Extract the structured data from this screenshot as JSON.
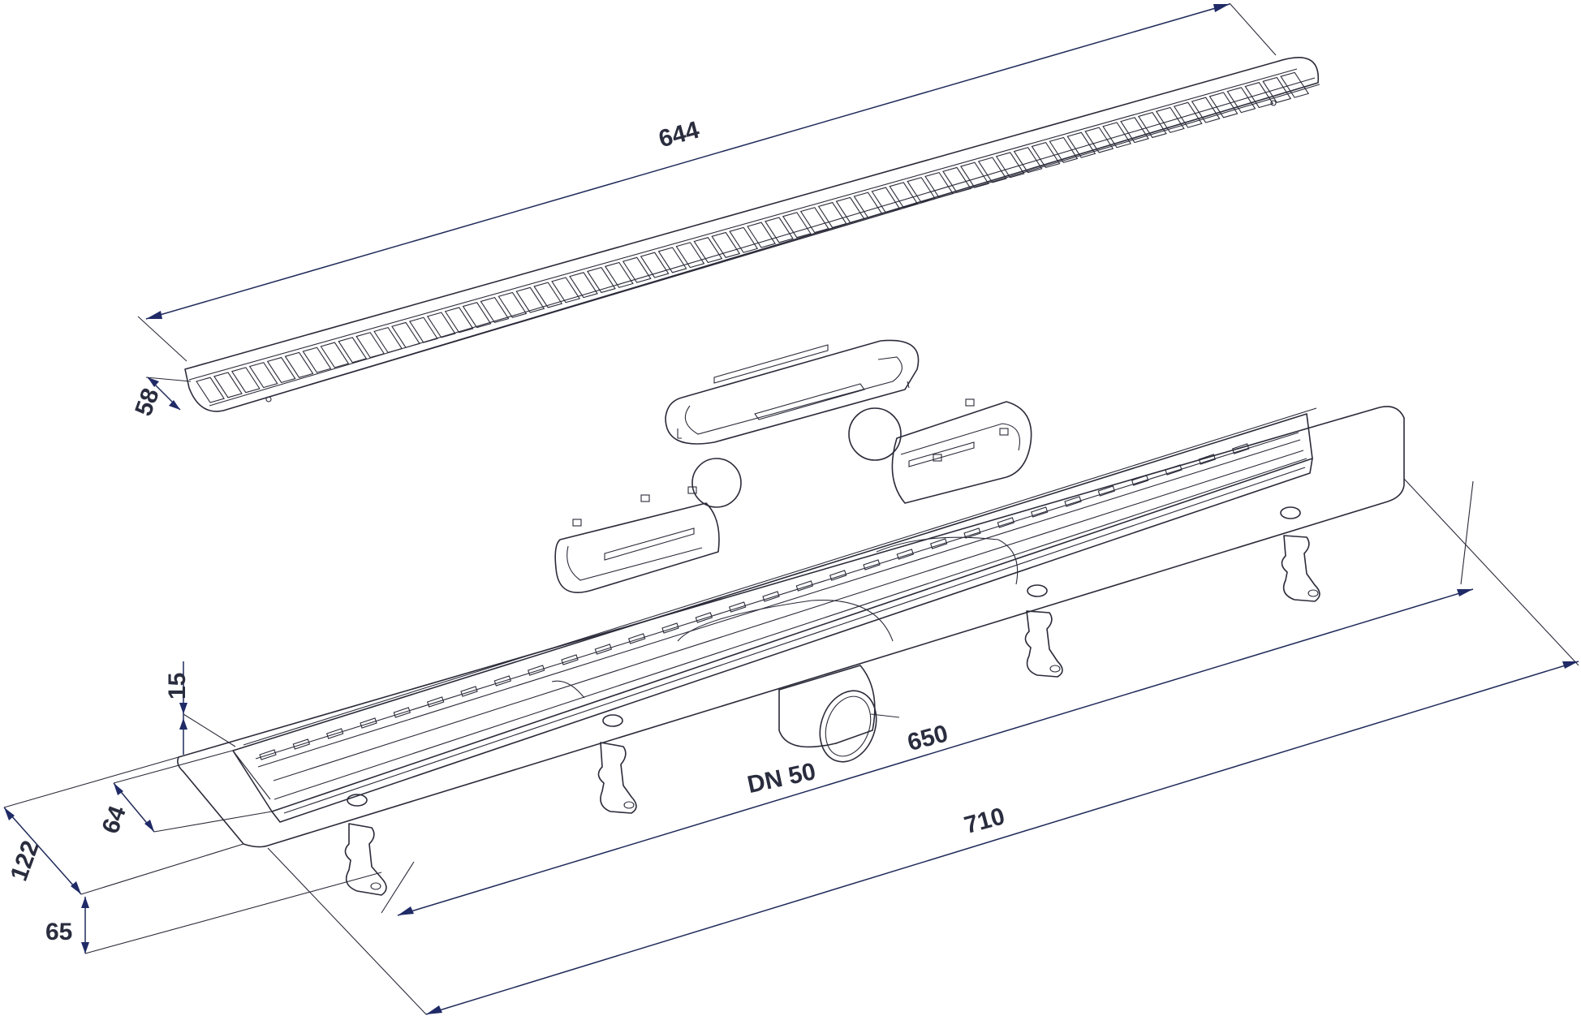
{
  "dimensions": {
    "grate_length": "644",
    "grate_width": "58",
    "channel_inner_length": "650",
    "channel_outer_length": "710",
    "channel_inner_width": "64",
    "channel_outer_width": "122",
    "flange_height": "15",
    "outlet_height": "65",
    "outlet_diameter": "DN 50"
  },
  "colors": {
    "outline": "#2b2b3a",
    "dimension_line": "#1f2a5a",
    "arrow": "#1f2a66",
    "text": "#2a2d3e"
  }
}
